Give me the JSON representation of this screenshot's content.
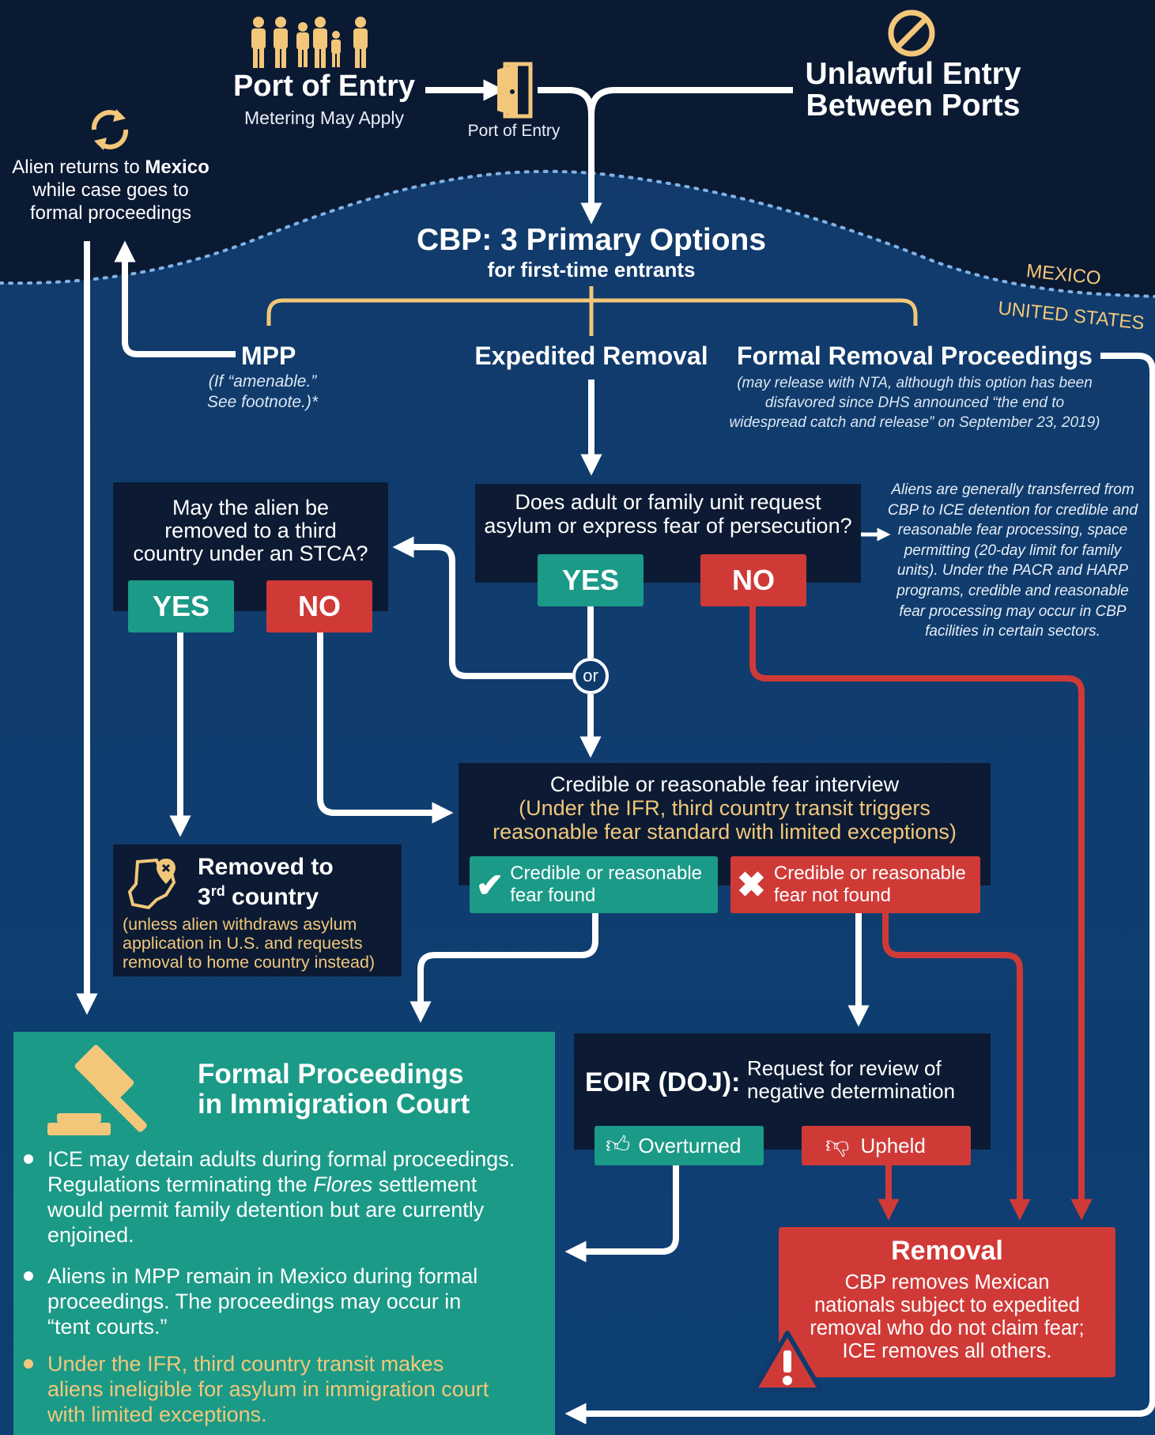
{
  "colors": {
    "night_sky": "#0b1a33",
    "ocean_blue": "#0e3a6c",
    "teal": "#1b9a87",
    "red": "#cf3a37",
    "gold": "#f2c77a",
    "dark_box": "#0c1b33"
  },
  "top": {
    "port_entry_title": "Port of Entry",
    "port_entry_sub": "Metering May Apply",
    "port_door_label": "Port of Entry",
    "unlawful_line1": "Unlawful Entry",
    "unlawful_line2": "Between Ports",
    "alien_returns_pre": "Alien returns to ",
    "alien_returns_country": "Mexico",
    "alien_returns_line2": "while case goes to",
    "alien_returns_line3": "formal proceedings"
  },
  "border": {
    "mexico": "MEXICO",
    "united_states": "UNITED STATES"
  },
  "cbp": {
    "title": "CBP: 3 Primary Options",
    "subtitle": "for first-time entrants"
  },
  "options": {
    "mpp": "MPP",
    "mpp_note_line1": "(If  “amenable.”",
    "mpp_note_line2": "See footnote.)*",
    "expedited": "Expedited Removal",
    "formal": "Formal Removal Proceedings",
    "formal_note_line1": "(may release with NTA, although this option has been",
    "formal_note_line2": "disfavored since DHS announced “the end to",
    "formal_note_line3": "widespread catch and release” on September 23, 2019)"
  },
  "stca": {
    "line1": "May the alien be",
    "line2": "removed to a third",
    "line3": "country under an STCA?",
    "yes": "YES",
    "no": "NO"
  },
  "asylum": {
    "line1": "Does adult or family unit request",
    "line2": "asylum or express fear of persecution?",
    "yes": "YES",
    "no": "NO",
    "or": "or"
  },
  "transfer_note": [
    "Aliens are generally transferred from",
    "CBP to ICE detention for credible and",
    "reasonable fear processing, space",
    "permitting (20-day limit for family",
    "units). Under the PACR and HARP",
    "programs, credible and reasonable",
    "fear processing may occur in CBP",
    "facilities in certain sectors."
  ],
  "interview": {
    "line1": "Credible or reasonable fear interview",
    "line2": "(Under the IFR, third country transit triggers",
    "line3": "reasonable fear standard with limited exceptions)",
    "found_line1": "Credible or reasonable",
    "found_line2": "fear found",
    "not_found_line1": "Credible or reasonable",
    "not_found_line2": "fear not found"
  },
  "third_country": {
    "title_line1": "Removed to",
    "title_line2_pre": "3",
    "title_line2_sup": "rd",
    "title_line2_post": " country",
    "note_line1": "(unless alien withdraws asylum",
    "note_line2": "application in U.S. and requests",
    "note_line3": "removal to home country instead)"
  },
  "court": {
    "title_line1": "Formal Proceedings",
    "title_line2": "in Immigration Court",
    "b1_l1": "ICE may detain adults during formal proceedings.",
    "b1_l2_pre": "Regulations terminating the ",
    "b1_l2_italic": "Flores",
    "b1_l2_post": " settlement",
    "b1_l3": "would permit family detention but are currently",
    "b1_l4": "enjoined.",
    "b2_l1": "Aliens in MPP remain in Mexico during formal",
    "b2_l2": "proceedings. The proceedings may occur in",
    "b2_l3": "“tent courts.”",
    "b3_l1": "Under the IFR, third country transit makes",
    "b3_l2": "aliens ineligible for asylum in immigration court",
    "b3_l3": "with limited exceptions."
  },
  "eoir": {
    "label": "EOIR (DOJ):",
    "req_line1": "Request for review of",
    "req_line2": "negative determination",
    "overturned": "Overturned",
    "upheld": "Upheld"
  },
  "removal": {
    "title": "Removal",
    "line1": "CBP removes Mexican",
    "line2": "nationals subject to expedited",
    "line3": "removal who do not claim fear;",
    "line4": "ICE removes all others."
  }
}
